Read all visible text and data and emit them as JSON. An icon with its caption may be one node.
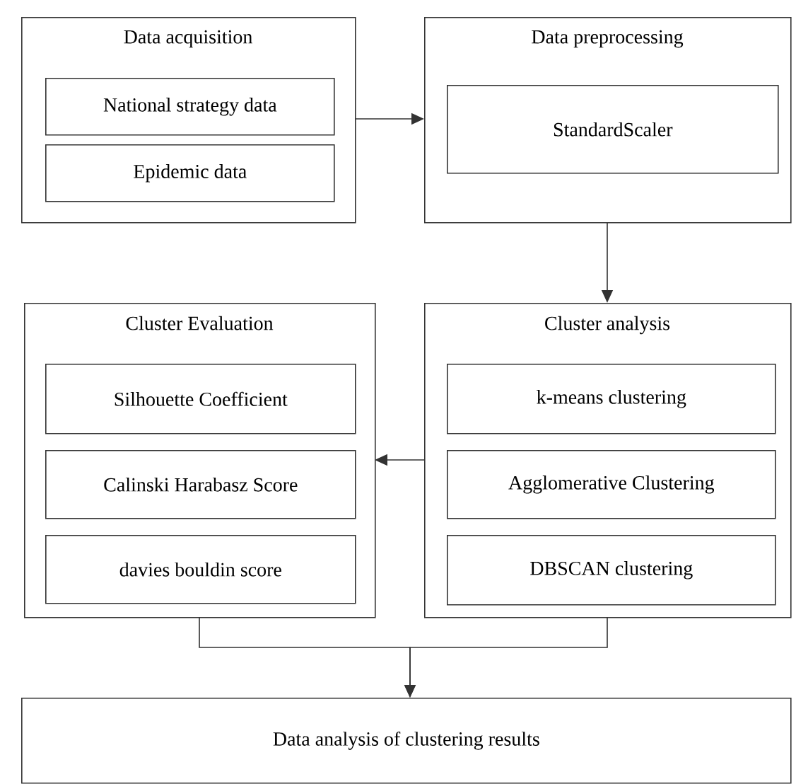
{
  "diagram": {
    "nodes": [
      {
        "text": [
          "Data acquisition"
        ]
      },
      {
        "text": [
          "National strategy data"
        ],
        "in": 0
      },
      {
        "text": [
          "Epidemic data"
        ],
        "in": 0
      },
      {
        "text": [
          "Data preprocessing"
        ]
      },
      {
        "text": [
          "StandardScaler"
        ],
        "in": 3
      },
      {
        "text": [
          "Cluster Evaluation"
        ]
      },
      {
        "text": [
          "Silhouette Coefficient"
        ],
        "in": 5
      },
      {
        "text": [
          "Calinski Harabasz Score"
        ],
        "in": 5
      },
      {
        "text": [
          "davies bouldin score"
        ],
        "in": 5
      },
      {
        "text": [
          "Cluster analysis"
        ]
      },
      {
        "text": [
          "k-means clustering"
        ],
        "in": 9
      },
      {
        "text": [
          "Agglomerative Clustering"
        ],
        "in": 9
      },
      {
        "text": [
          "DBSCAN clustering"
        ],
        "in": 9
      },
      {
        "text": [
          "Data analysis of clustering results"
        ]
      }
    ],
    "edges": [
      {
        "from": 0,
        "to": 3,
        "arrow": "to"
      },
      {
        "from": 3,
        "to": 9,
        "arrow": "to"
      },
      {
        "from": 9,
        "to": 5,
        "arrow": "to"
      },
      {
        "from": 5,
        "to": 13,
        "arrow": "to"
      },
      {
        "from": 9,
        "to": 13,
        "arrow": "to"
      }
    ]
  }
}
